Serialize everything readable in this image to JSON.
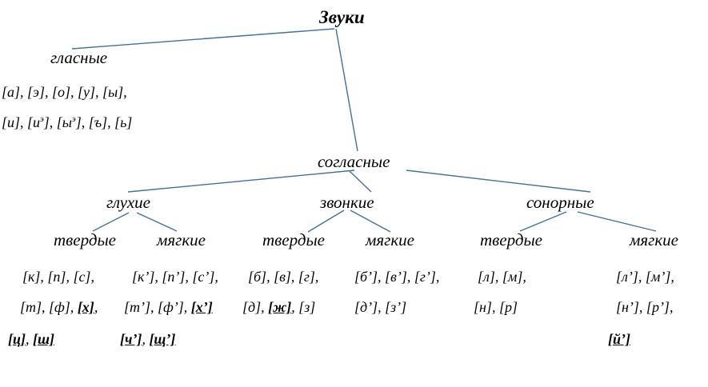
{
  "accent": {
    "line_color": "#41719c"
  },
  "tree": {
    "title": "Звуки",
    "vowels": {
      "label": "гласные",
      "line1": [
        {
          "t": "[а], [э], [о], [у], [ы],"
        }
      ],
      "line2": [
        {
          "t": "[и], [и"
        },
        {
          "t": "э",
          "s": "sup"
        },
        {
          "t": "], [ы"
        },
        {
          "t": "э",
          "s": "sup"
        },
        {
          "t": "], [ъ], [ь]"
        }
      ]
    },
    "consonants": {
      "label": "согласные",
      "groups": [
        {
          "label": "глухие",
          "sub": [
            {
              "label": "твердые",
              "lines": [
                [
                  {
                    "t": "[к], [п], [с],"
                  }
                ],
                [
                  {
                    "t": "[т], [ф], "
                  },
                  {
                    "t": "[х]",
                    "s": "u"
                  },
                  {
                    "t": ","
                  }
                ],
                [
                  {
                    "t": "[ц]",
                    "s": "u"
                  },
                  {
                    "t": ", "
                  },
                  {
                    "t": "[ш]",
                    "s": "u"
                  }
                ]
              ]
            },
            {
              "label": "мягкие",
              "lines": [
                [
                  {
                    "t": "[к’], [п’], [с’],"
                  }
                ],
                [
                  {
                    "t": "[т’], [ф’], "
                  },
                  {
                    "t": "[х’]",
                    "s": "u"
                  }
                ],
                [
                  {
                    "t": "[ч’]",
                    "s": "u"
                  },
                  {
                    "t": ", "
                  },
                  {
                    "t": "[щ’]",
                    "s": "u"
                  }
                ]
              ]
            }
          ]
        },
        {
          "label": "звонкие",
          "sub": [
            {
              "label": "твердые",
              "lines": [
                [
                  {
                    "t": "[б], [в], [г],"
                  }
                ],
                [
                  {
                    "t": "[д], "
                  },
                  {
                    "t": "[ж]",
                    "s": "u"
                  },
                  {
                    "t": ", [з]"
                  }
                ]
              ]
            },
            {
              "label": "мягкие",
              "lines": [
                [
                  {
                    "t": "[б’], [в’], [г’],"
                  }
                ],
                [
                  {
                    "t": "[д’], [з’]"
                  }
                ]
              ]
            }
          ]
        },
        {
          "label": "сонорные",
          "sub": [
            {
              "label": "твердые",
              "lines": [
                [
                  {
                    "t": "[л], [м],"
                  }
                ],
                [
                  {
                    "t": "[н], [р]"
                  }
                ]
              ]
            },
            {
              "label": "мягкие",
              "lines": [
                [
                  {
                    "t": "[л’], [м’],"
                  }
                ],
                [
                  {
                    "t": "[н’], [р’],"
                  }
                ],
                [
                  {
                    "t": "[й’]",
                    "s": "u"
                  }
                ]
              ]
            }
          ]
        }
      ]
    }
  }
}
